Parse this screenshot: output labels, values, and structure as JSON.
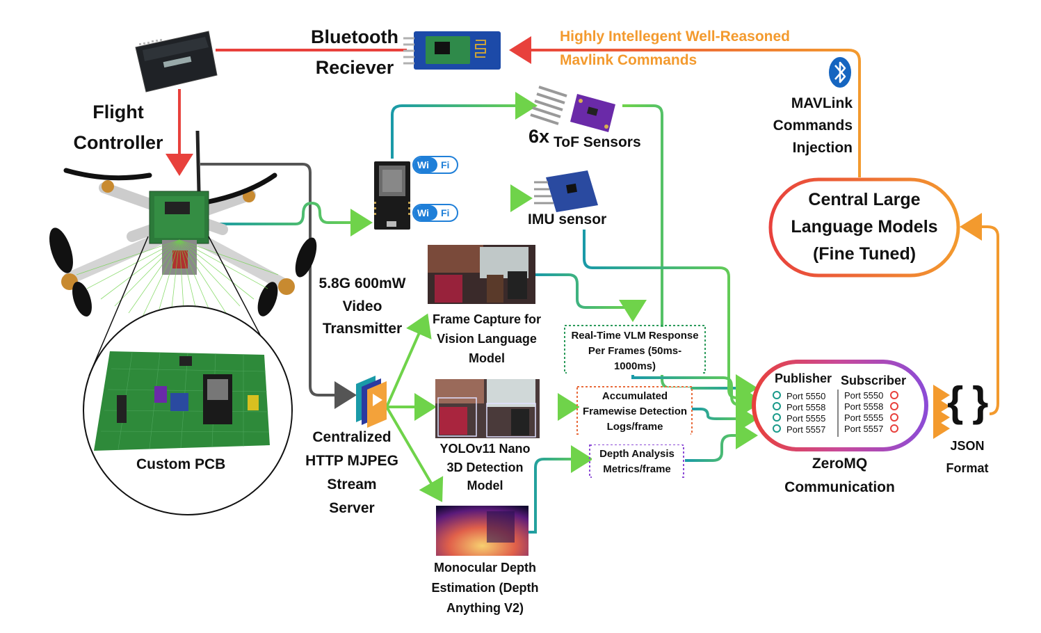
{
  "labels": {
    "flight_controller": "Flight Controller",
    "bluetooth_receiver": "Bluetooth Reciever",
    "highly_intelligent": "Highly Intellegent Well-Reasoned",
    "mavlink_commands": "Mavlink Commands",
    "mavlink_injection": "MAVLink Commands Injection",
    "tof_count": "6x",
    "tof_sensors": "ToF Sensors",
    "imu_sensor": "IMU sensor",
    "central_llm": "Central Large Language Models (Fine Tuned)",
    "video_tx": "5.8G 600mW Video Transmitter",
    "frame_capture": "Frame Capture for Vision Language Model",
    "realtime_vlm": "Real-Time VLM Response Per Frames (50ms-1000ms)",
    "accumulated": "Accumulated Framewise Detection Logs/frame",
    "depth_analysis": "Depth Analysis Metrics/frame",
    "yolo": "YOLOv11 Nano 3D Detection Model",
    "mono_depth": "Monocular Depth Estimation (Depth Anything V2)",
    "centralized": "Centralized HTTP MJPEG Stream Server",
    "custom_pcb": "Custom PCB",
    "zeromq": "ZeroMQ Communication",
    "json_format": "JSON Format",
    "json_braces": "{ }",
    "wifi_wi": "Wi",
    "wifi_fi": "Fi"
  },
  "zeromq": {
    "publisher_title": "Publisher",
    "subscriber_title": "Subscriber",
    "publisher_ports": [
      "Port 5550",
      "Port 5558",
      "Port 5555",
      "Port 5557"
    ],
    "subscriber_ports": [
      "Port 5550",
      "Port 5558",
      "Port 5555",
      "Port 5557"
    ]
  },
  "colors": {
    "red": "#e8413c",
    "orange": "#f39a2e",
    "green": "#6fd34a",
    "teal": "#1a9aa8",
    "gray": "#555555",
    "purple": "#8c4bd6",
    "wifi_blue": "#1f7fd8",
    "bluetooth_blue": "#1565c0"
  }
}
